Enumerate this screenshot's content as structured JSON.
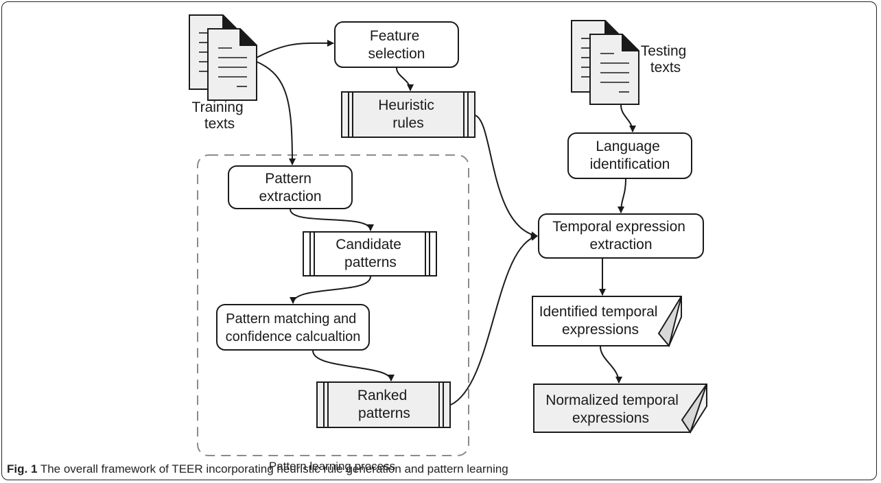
{
  "diagram": {
    "inputs": {
      "training": [
        "Training",
        "texts"
      ],
      "testing": [
        "Testing",
        "texts"
      ]
    },
    "process_steps": {
      "feature_selection": [
        "Feature",
        "selection"
      ],
      "pattern_extraction": [
        "Pattern",
        "extraction"
      ],
      "pattern_matching": [
        "Pattern matching and",
        "confidence calcualtion"
      ],
      "language_identification": [
        "Language",
        "identification"
      ],
      "temporal_extraction": [
        "Temporal expression",
        "extraction"
      ]
    },
    "data_stores": {
      "heuristic_rules": [
        "Heuristic",
        "rules"
      ],
      "candidate_patterns": [
        "Candidate",
        "patterns"
      ],
      "ranked_patterns": [
        "Ranked",
        "patterns"
      ]
    },
    "outputs": {
      "identified": [
        "Identified temporal",
        "expressions"
      ],
      "normalized": [
        "Normalized temporal",
        "expressions"
      ]
    },
    "group_label": "Pattern learning process",
    "colors": {
      "stroke": "#1a1a1a",
      "fill_box": "#ffffff",
      "fill_grey": "#efefef",
      "dash": "#8a8a8a"
    }
  },
  "caption": {
    "label": "Fig. 1",
    "text": "The overall framework of TEER incorporating heuristic rule generation and pattern learning"
  }
}
